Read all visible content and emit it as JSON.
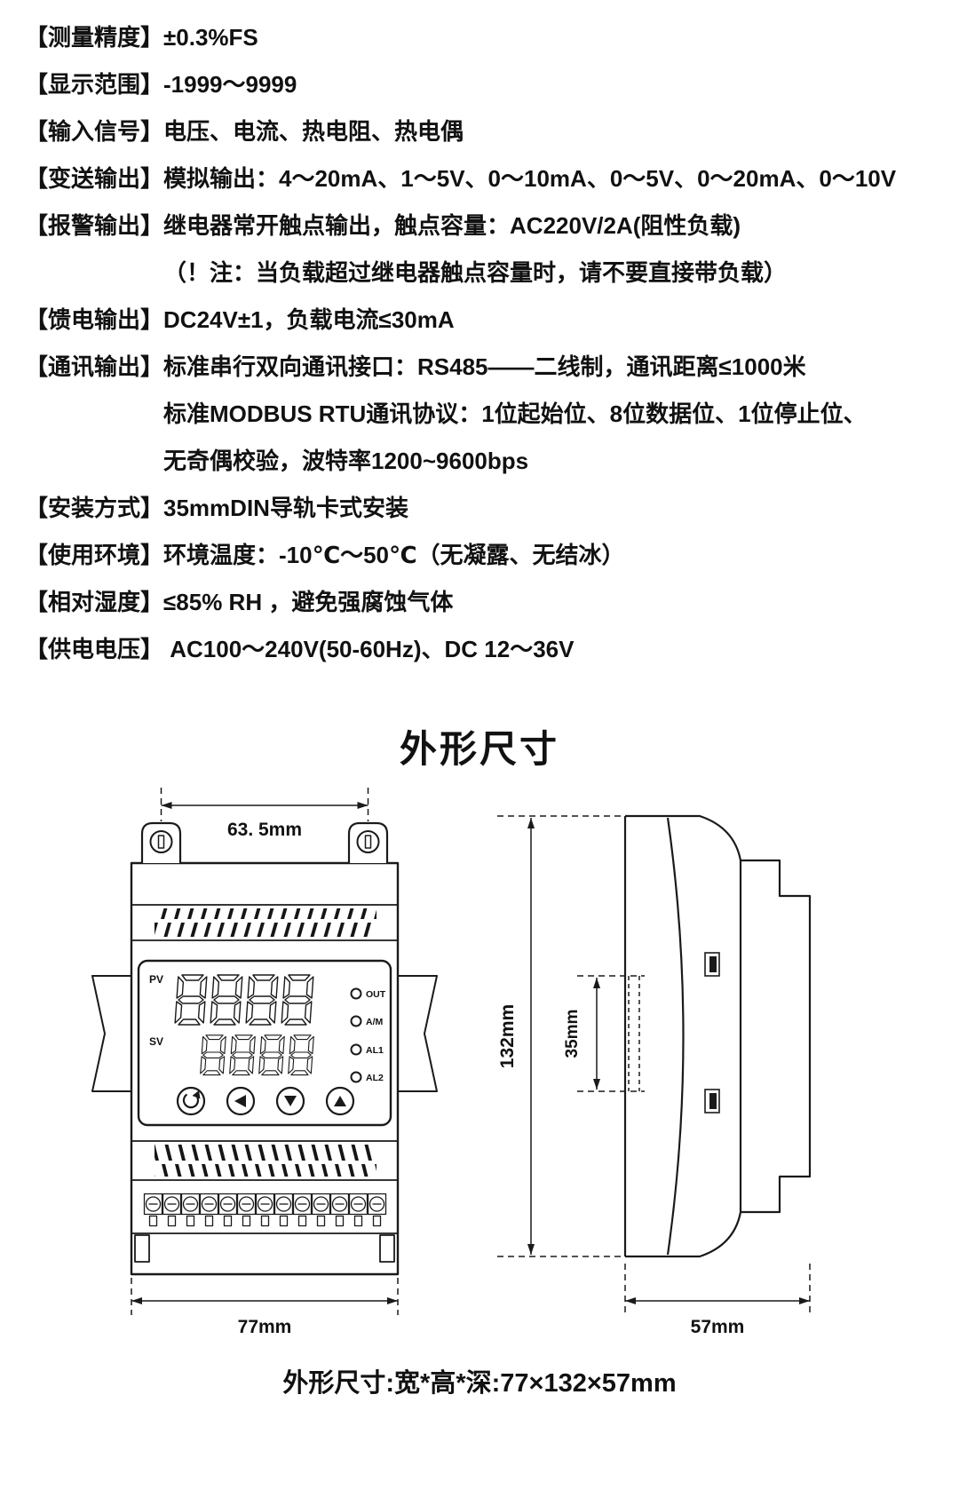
{
  "page": {
    "title": "外形尺寸",
    "caption": "外形尺寸:宽*高*深:77×132×57mm"
  },
  "specs": [
    {
      "label": "【测量精度】",
      "lines": [
        "±0.3%FS"
      ]
    },
    {
      "label": "【显示范围】",
      "lines": [
        "-1999～9999"
      ]
    },
    {
      "label": "【输入信号】",
      "lines": [
        "电压、电流、热电阻、热电偶"
      ]
    },
    {
      "label": "【变送输出】",
      "lines": [
        "模拟输出：4～20mA、1～5V、0～10mA、0～5V、0～20mA、0～10V"
      ]
    },
    {
      "label": "【报警输出】",
      "lines": [
        "继电器常开触点输出，触点容量：AC220V/2A(阻性负载)",
        "（！注：当负载超过继电器触点容量时，请不要直接带负载）"
      ]
    },
    {
      "label": "【馈电输出】",
      "lines": [
        "DC24V±1，负载电流≤30mA"
      ]
    },
    {
      "label": "【通讯输出】",
      "lines": [
        "标准串行双向通讯接口：RS485——二线制，通讯距离≤1000米",
        "标准MODBUS RTU通讯协议：1位起始位、8位数据位、1位停止位、",
        "无奇偶校验，波特率1200~9600bps"
      ]
    },
    {
      "label": "【安装方式】",
      "lines": [
        "35mmDIN导轨卡式安装"
      ]
    },
    {
      "label": "【使用环境】",
      "lines": [
        "环境温度：-10℃～50℃（无凝露、无结冰）"
      ]
    },
    {
      "label": "【相对湿度】",
      "lines": [
        "≤85% RH ，避免强腐蚀气体"
      ]
    },
    {
      "label": "【供电电压】",
      "lines": [
        " AC100～240V(50-60Hz)、DC 12～36V"
      ]
    }
  ],
  "drawing": {
    "dims": {
      "top_width": "63. 5mm",
      "bottom_width": "77mm",
      "height": "132mm",
      "rail": "35mm",
      "depth": "57mm"
    },
    "panel": {
      "pv_label": "PV",
      "sv_label": "SV",
      "leds": [
        "OUT",
        "A/M",
        "AL1",
        "AL2"
      ]
    }
  }
}
